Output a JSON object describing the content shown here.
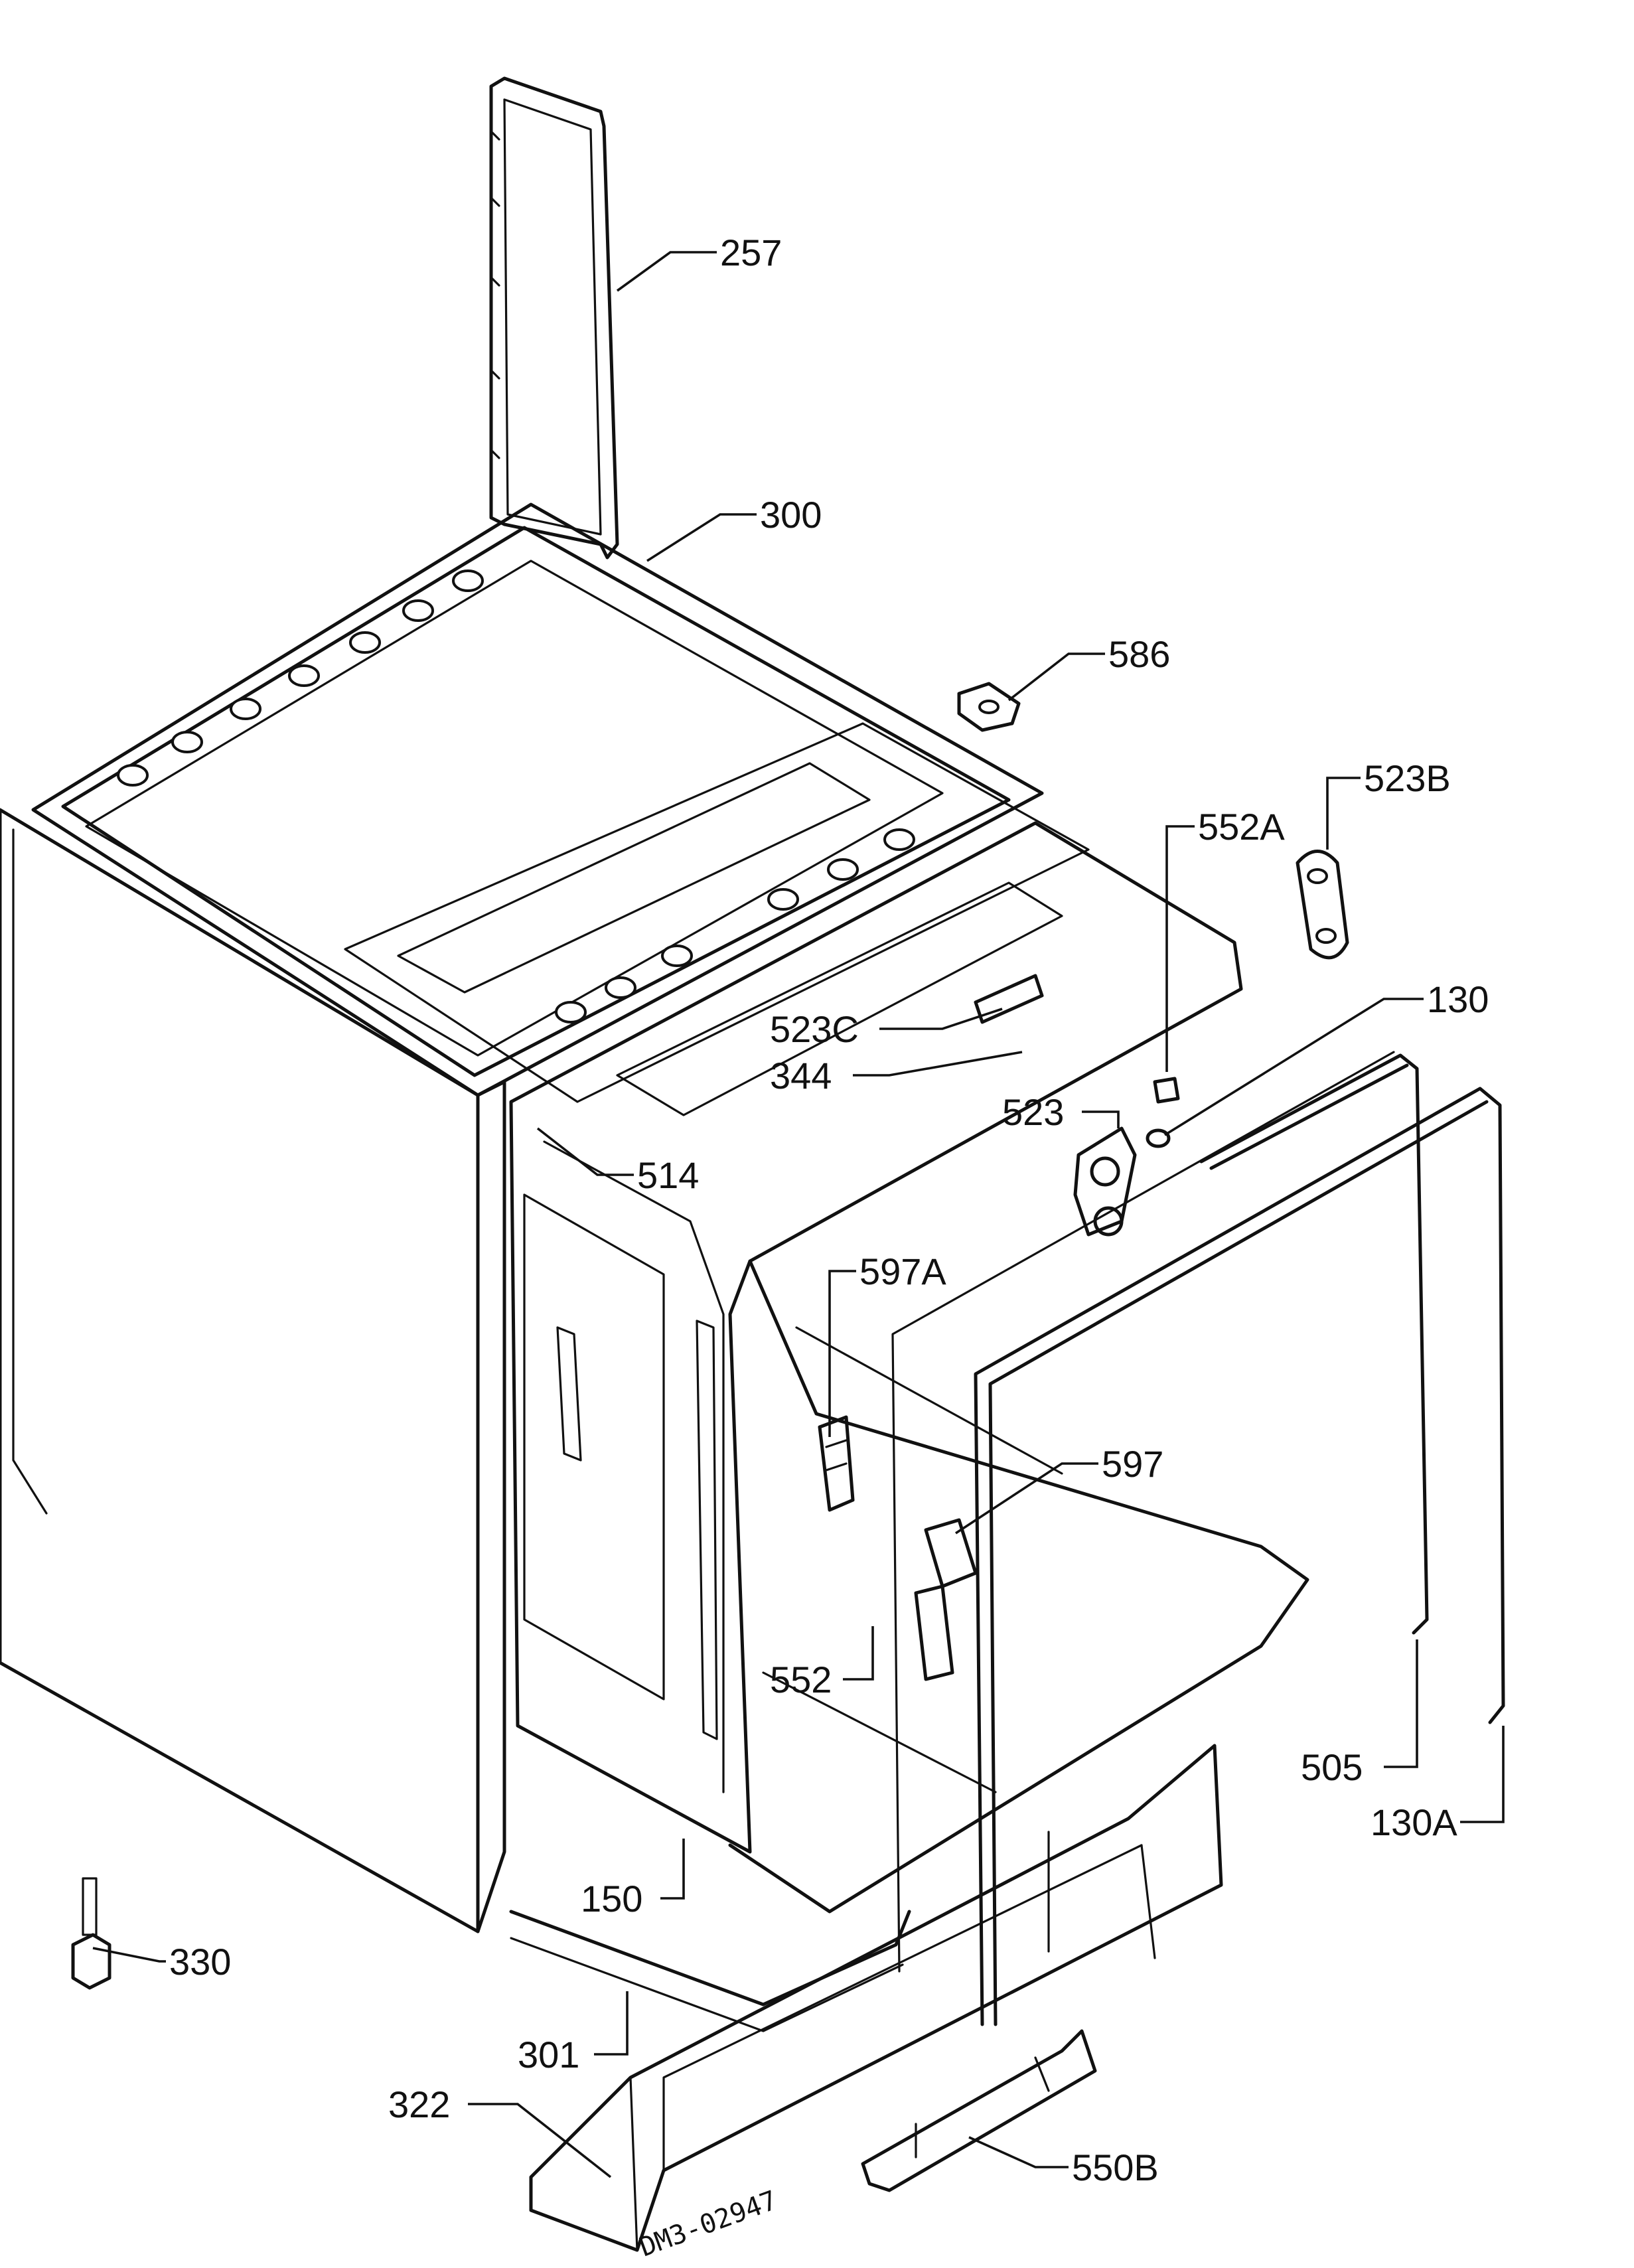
{
  "diagram": {
    "callouts": [
      {
        "id": "257",
        "label": "257"
      },
      {
        "id": "300",
        "label": "300"
      },
      {
        "id": "586",
        "label": "586"
      },
      {
        "id": "523B",
        "label": "523B"
      },
      {
        "id": "552A",
        "label": "552A"
      },
      {
        "id": "130",
        "label": "130"
      },
      {
        "id": "523C",
        "label": "523C"
      },
      {
        "id": "344",
        "label": "344"
      },
      {
        "id": "523",
        "label": "523"
      },
      {
        "id": "514",
        "label": "514"
      },
      {
        "id": "597A",
        "label": "597A"
      },
      {
        "id": "597",
        "label": "597"
      },
      {
        "id": "552",
        "label": "552"
      },
      {
        "id": "505",
        "label": "505"
      },
      {
        "id": "130A",
        "label": "130A"
      },
      {
        "id": "150",
        "label": "150"
      },
      {
        "id": "330",
        "label": "330"
      },
      {
        "id": "301",
        "label": "301"
      },
      {
        "id": "322",
        "label": "322"
      },
      {
        "id": "550B",
        "label": "550B"
      }
    ],
    "drawing_code": "DM3-02947"
  }
}
